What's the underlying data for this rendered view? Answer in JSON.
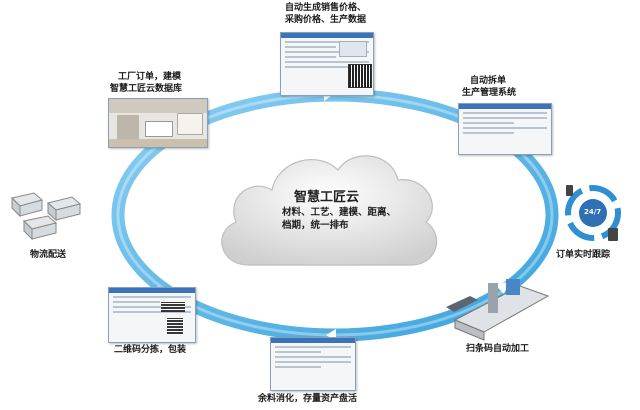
{
  "center": {
    "title": "智慧工匠云",
    "line1": "材料、工艺、建模、距离、",
    "line2": "档期，统一排布"
  },
  "nodes": {
    "top_line1": "自动生成销售价格、",
    "top_line2": "采购价格、生产数据",
    "top_left_line1": "工厂订单，建模",
    "top_left_line2": "智慧工匠云数据库",
    "right_top_line1": "自动拆单",
    "right_top_line2": "生产管理系统",
    "right": "订单实时跟踪",
    "right_bottom": "扫条码自动加工",
    "bottom": "余料消化，存量资产盘活",
    "left_bottom": "二维码分拣，包装",
    "left": "物流配送"
  },
  "badge": "24/7",
  "colors": {
    "ring": "#5ab4e5",
    "ring_light": "#a9d8f1",
    "cloud": "#d8d8d8"
  }
}
